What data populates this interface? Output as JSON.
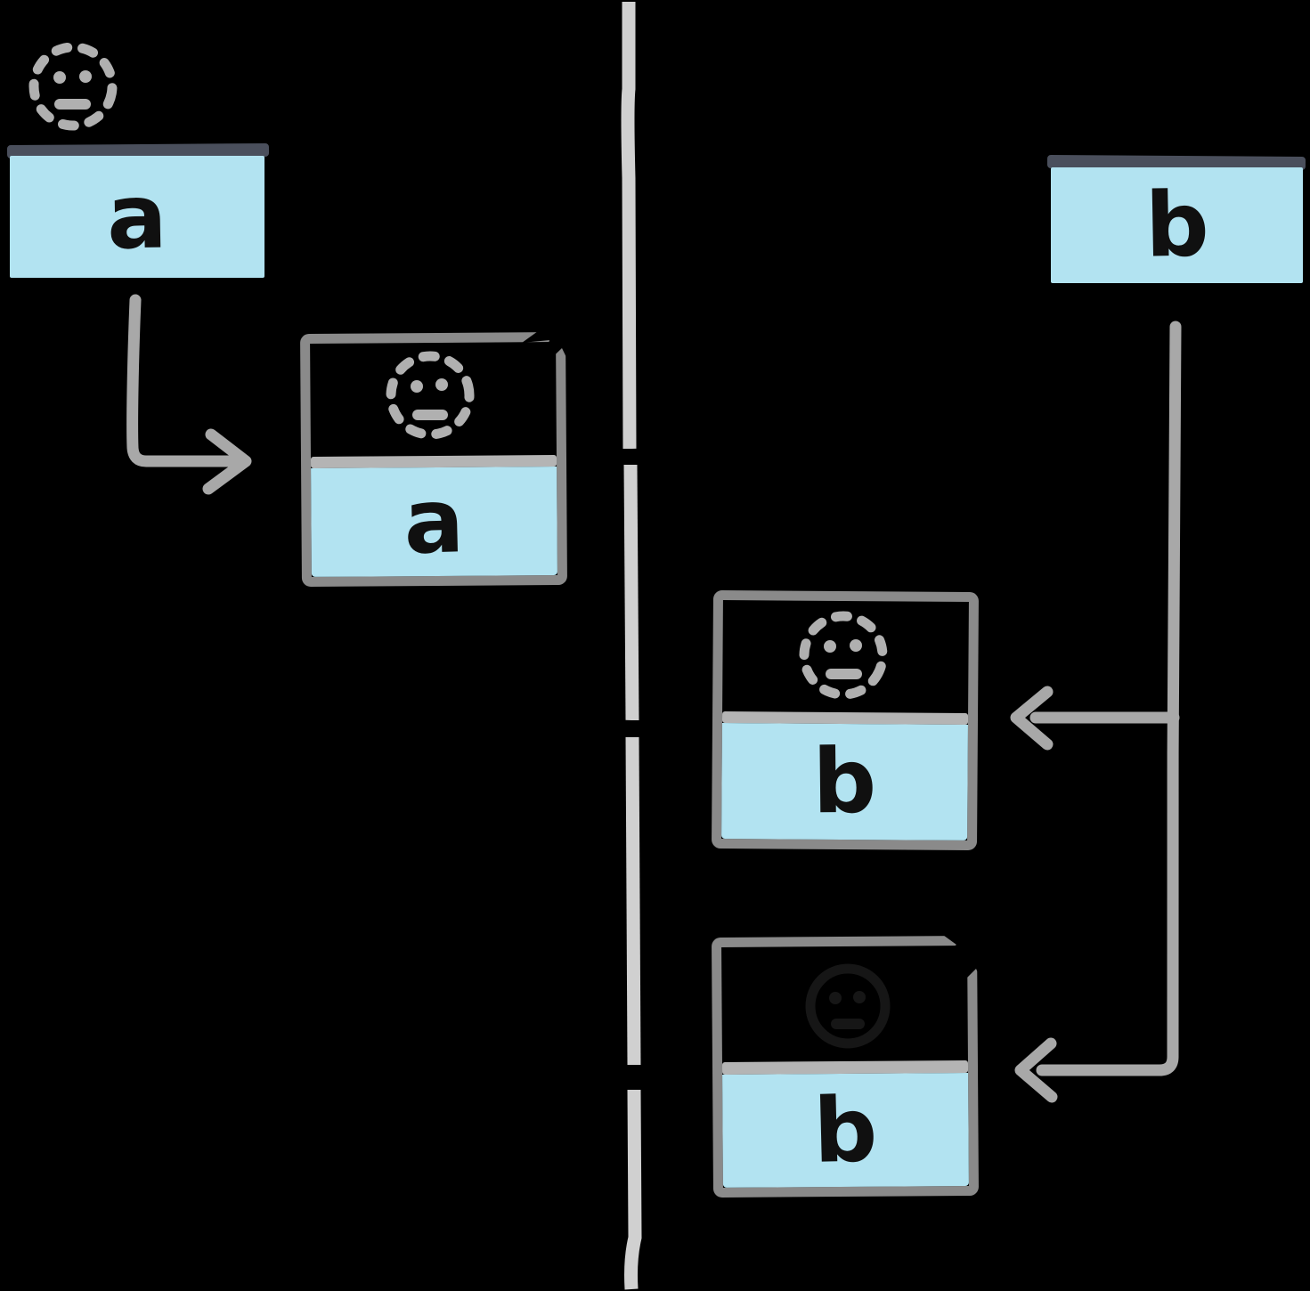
{
  "diagram": {
    "kind": "hand-drawn timeline diagram",
    "background": "#000000",
    "nodes": {
      "top_left": {
        "label": "a",
        "icon": "dotted-face-icon",
        "type": "value-strip"
      },
      "top_right": {
        "label": "b",
        "icon": null,
        "type": "value-strip"
      },
      "mid_left": {
        "label": "a",
        "icon": "dotted-face-icon",
        "type": "framed-box",
        "burst": true
      },
      "mid_right": {
        "label": "b",
        "icon": "dotted-face-icon",
        "type": "framed-box",
        "burst": false
      },
      "bottom_right": {
        "label": "b",
        "icon": "hidden-face-icon",
        "type": "framed-box",
        "burst": true
      }
    },
    "edges": [
      {
        "from": "top_left",
        "to": "mid_left",
        "shape": "elbow-down-then-right",
        "arrowhead": "right"
      },
      {
        "from": "top_right",
        "to": "mid_right",
        "shape": "branch-left-from-vertical",
        "arrowhead": "left"
      },
      {
        "from": "top_right",
        "to": "bottom_right",
        "shape": "elbow-down-then-left",
        "arrowhead": "left"
      }
    ],
    "timeline": {
      "orientation": "vertical",
      "crossing_ticks": 3
    },
    "colors": {
      "panel_fill": "#b2e3f1",
      "panel_divider_dark": "#4a4f5c",
      "frame_border": "#8a8a8a",
      "frame_divider_light": "#b4b4b4",
      "timeline_line": "#d0d0d0",
      "arrow": "#a8a8a8",
      "dotted_face": "#b0b0b0",
      "hidden_face": "#161616",
      "letter": "#101010",
      "burst": "#000000"
    }
  }
}
